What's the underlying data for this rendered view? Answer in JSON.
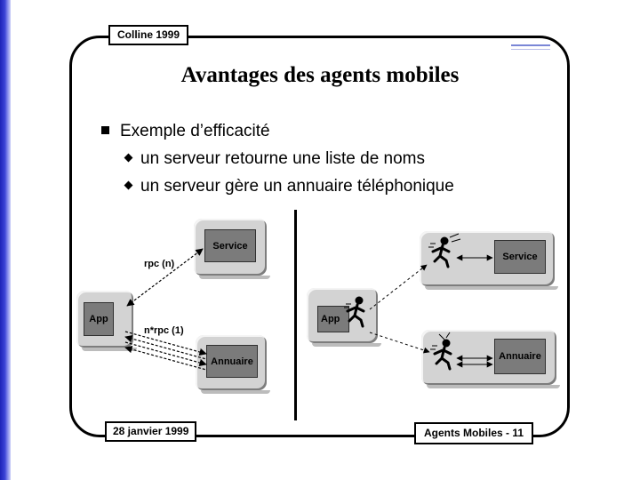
{
  "header": {
    "left_tab": "Colline 1999"
  },
  "slide": {
    "title": "Avantages des agents mobiles",
    "bullet_main": "Exemple d’efficacité",
    "sub_bullets": [
      "un serveur retourne une liste de noms",
      "un serveur gère un annuaire téléphonique"
    ]
  },
  "diagram_left": {
    "app_label": "App",
    "service_label": "Service",
    "annuaire_label": "Annuaire",
    "rpc_label": "rpc (n)",
    "nrpc_label": "n*rpc (1)"
  },
  "diagram_right": {
    "app_label": "App",
    "service_label": "Service",
    "annuaire_label": "Annuaire"
  },
  "footer": {
    "date": "28 janvier 1999",
    "page": "Agents Mobiles - 11"
  },
  "colors": {
    "stripe": "#2a31c8",
    "tile": "#d3d3d3",
    "inner_box": "#7b7b7b"
  }
}
